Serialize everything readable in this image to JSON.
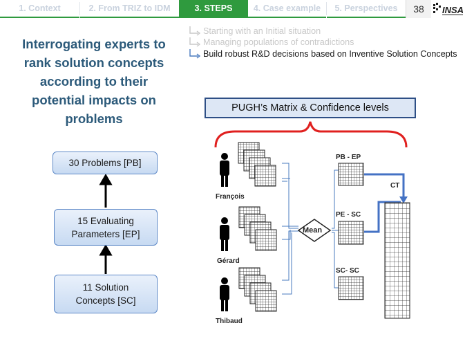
{
  "nav": {
    "tabs": [
      {
        "label": "1. Context"
      },
      {
        "label": "2. From TRIZ to IDM"
      },
      {
        "label": "3. STEPS"
      },
      {
        "label": "4. Case example"
      },
      {
        "label": "5. Perspectives"
      }
    ],
    "page_number": "38",
    "logo_text": "INSA"
  },
  "steps": {
    "items": [
      {
        "label": "Starting with an Initial situation"
      },
      {
        "label": "Managing populations of contradictions"
      },
      {
        "label": "Build robust R&D decisions based on Inventive Solution Concepts"
      }
    ]
  },
  "heading": "Interrogating experts to rank solution concepts according to their potential impacts on problems",
  "flow": {
    "problems": "30 Problems [PB]",
    "parameters_line1": "15 Evaluating",
    "parameters_line2": "Parameters [EP]",
    "solutions_line1": "11 Solution",
    "solutions_line2": "Concepts [SC]"
  },
  "diagram": {
    "title": "PUGH’s Matrix & Confidence levels",
    "experts": [
      "François",
      "Gérard",
      "Thibaud"
    ],
    "mean_label": "Mean",
    "matrices": [
      "PB - EP",
      "PE - SC",
      "SC- SC"
    ],
    "ct_label": "CT",
    "accent_color": "#4472c4",
    "brace_color": "#e0201f"
  }
}
